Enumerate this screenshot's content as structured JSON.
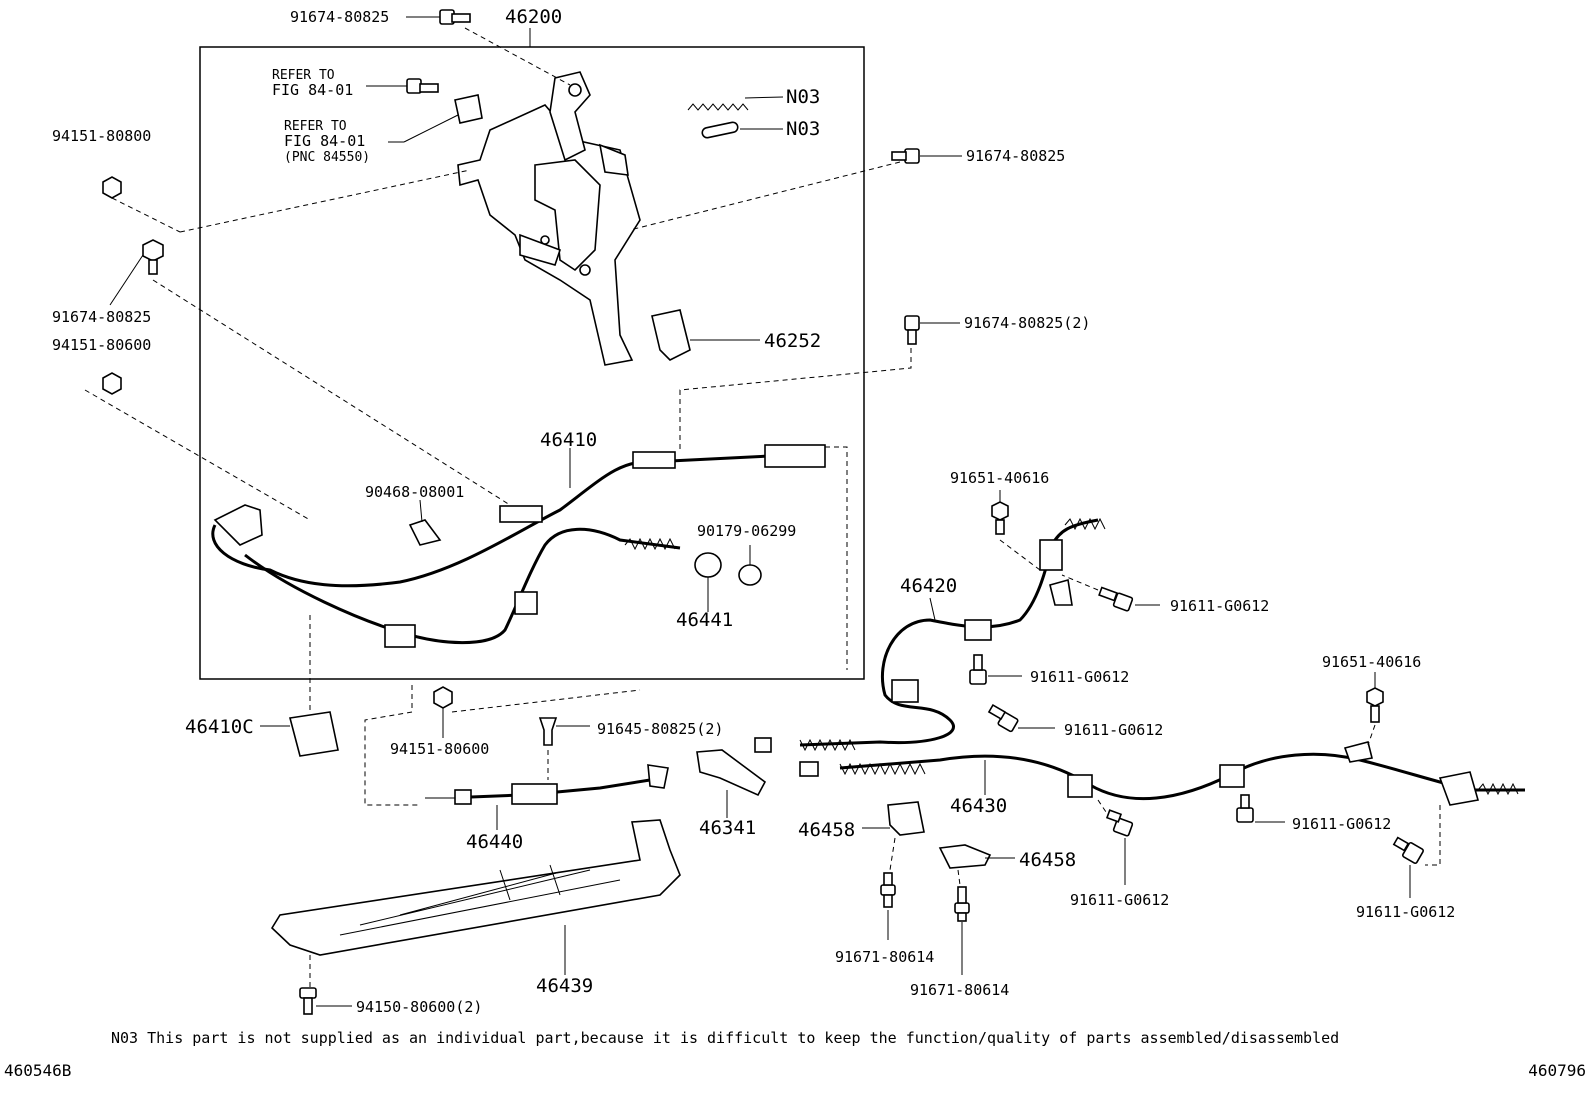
{
  "labels": {
    "p46200": "46200",
    "b91674_top": "91674-80825",
    "refer1_line1": "REFER TO",
    "refer1_line2": "FIG 84-01",
    "refer2_line1": "REFER TO",
    "refer2_line2": "FIG 84-01",
    "refer2_line3": "(PNC 84550)",
    "n03_a": "N03",
    "n03_b": "N03",
    "b91674_right": "91674-80825",
    "n94151_80800": "94151-80800",
    "b91674_left": "91674-80825",
    "n94151_80600_left": "94151-80600",
    "p46252": "46252",
    "b91674_x2": "91674-80825(2)",
    "p46410": "46410",
    "p90468": "90468-08001",
    "p90179": "90179-06299",
    "p46441": "46441",
    "p46410C": "46410C",
    "n94151_80600_mid": "94151-80600",
    "b91645_x2": "91645-80825(2)",
    "p46440": "46440",
    "p46341": "46341",
    "p46439": "46439",
    "b94150_x2": "94150-80600(2)",
    "b91651_a": "91651-40616",
    "b91611_a": "91611-G0612",
    "p46420": "46420",
    "b91611_b": "91611-G0612",
    "b91611_c": "91611-G0612",
    "p46430": "46430",
    "p46458_a": "46458",
    "p46458_b": "46458",
    "b91651_b": "91651-40616",
    "b91611_d": "91611-G0612",
    "b91611_e": "91611-G0612",
    "b91611_f": "91611-G0612",
    "b91671_a": "91671-80614",
    "b91671_b": "91671-80614"
  },
  "footnote": "N03 This part is not supplied as an individual part,because it is difficult to keep the function/quality of parts assembled/disassembled",
  "code_left": "460546B",
  "code_right": "460796"
}
